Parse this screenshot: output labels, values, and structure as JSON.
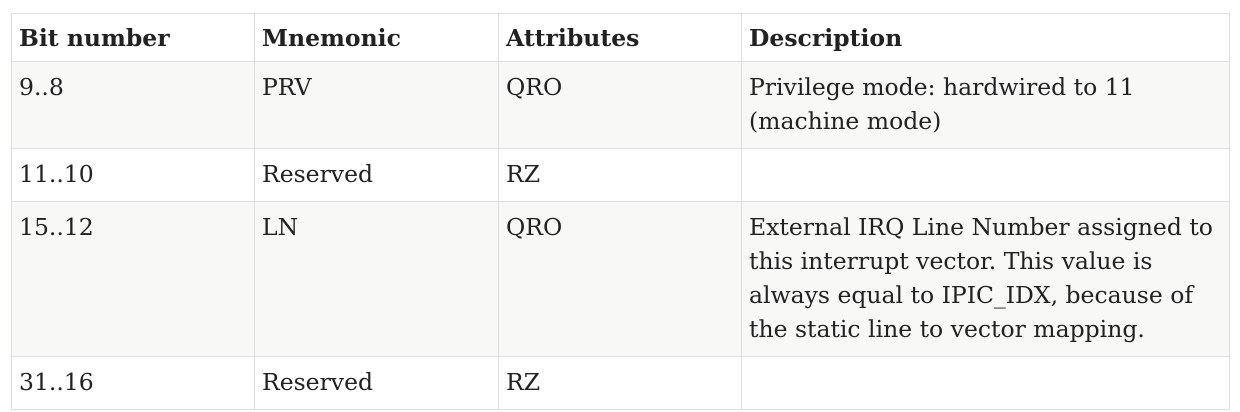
{
  "table": {
    "headers": [
      "Bit number",
      "Mnemonic",
      "Attributes",
      "Description"
    ],
    "rows": [
      [
        "9..8",
        "PRV",
        "QRO",
        "Privilege mode: hardwired to 11 (machine mode)"
      ],
      [
        "11..10",
        "Reserved",
        "RZ",
        ""
      ],
      [
        "15..12",
        "LN",
        "QRO",
        "External IRQ Line Number assigned to this interrupt vector. This value is always equal to IPIC_IDX, because of the static line to vector mapping."
      ],
      [
        "31..16",
        "Reserved",
        "RZ",
        ""
      ]
    ]
  }
}
